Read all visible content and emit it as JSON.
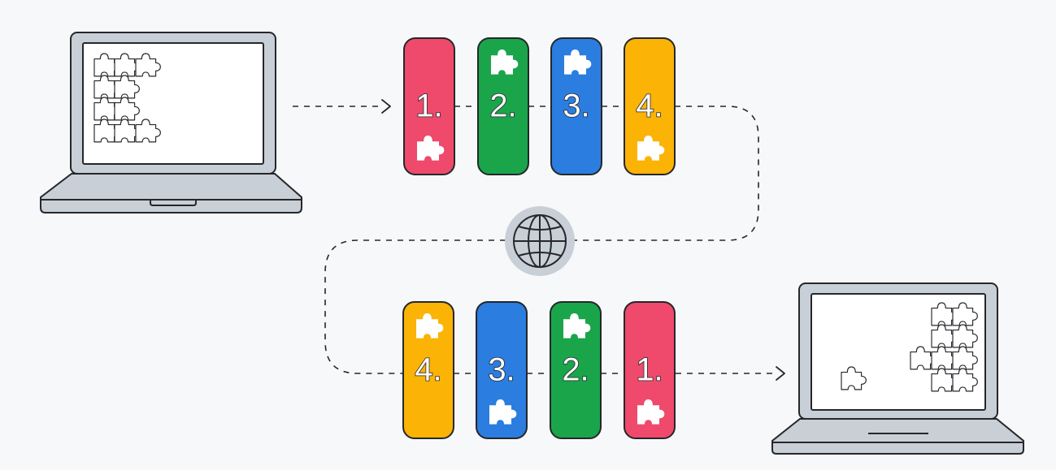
{
  "colors": {
    "red": "#ef4a6b",
    "green": "#1aa54a",
    "blue": "#2b7de0",
    "orange": "#fbb306",
    "laptop": "#c9cfd6",
    "ink": "#25272b",
    "background": "#f6f8fa"
  },
  "top_row": {
    "packets": [
      {
        "label": "1.",
        "color": "red",
        "piece_position": "bottom"
      },
      {
        "label": "2.",
        "color": "green",
        "piece_position": "top"
      },
      {
        "label": "3.",
        "color": "blue",
        "piece_position": "top"
      },
      {
        "label": "4.",
        "color": "orange",
        "piece_position": "bottom"
      }
    ]
  },
  "bottom_row": {
    "packets": [
      {
        "label": "4.",
        "color": "orange",
        "piece_position": "top"
      },
      {
        "label": "3.",
        "color": "blue",
        "piece_position": "bottom"
      },
      {
        "label": "2.",
        "color": "green",
        "piece_position": "top"
      },
      {
        "label": "1.",
        "color": "red",
        "piece_position": "bottom"
      }
    ]
  },
  "icons": {
    "sender": "laptop-icon",
    "receiver": "laptop-icon",
    "network": "globe-icon",
    "piece": "puzzle-piece-icon"
  }
}
